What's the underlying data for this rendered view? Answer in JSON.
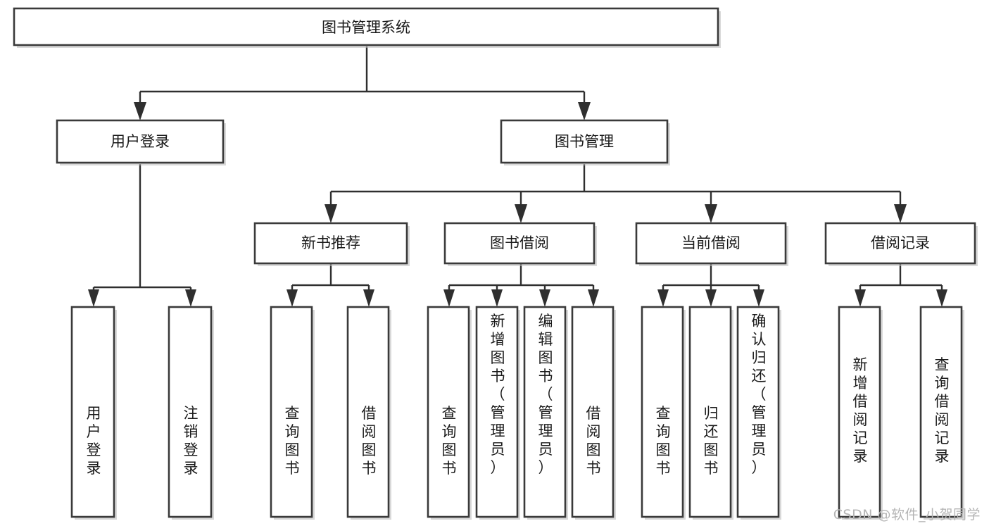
{
  "diagram": {
    "title": "图书管理系统",
    "type": "hierarchy-tree",
    "watermark": "CSDN @软件_小贺同学",
    "colors": {
      "background": "#ffffff",
      "box_fill": "#ffffff",
      "box_stroke": "#3a3a3a",
      "connector": "#2f2f2f",
      "text": "#1a1a1a",
      "watermark": "#b5b5b5"
    },
    "levels": [
      {
        "level": 1,
        "nodes": [
          {
            "id": "root",
            "label": "图书管理系统",
            "orientation": "horizontal"
          }
        ]
      },
      {
        "level": 2,
        "nodes": [
          {
            "id": "l2-login",
            "label": "用户登录",
            "orientation": "horizontal",
            "parent": "root"
          },
          {
            "id": "l2-bookmgmt",
            "label": "图书管理",
            "orientation": "horizontal",
            "parent": "root"
          }
        ]
      },
      {
        "level": 3,
        "nodes": [
          {
            "id": "l3-newbook",
            "label": "新书推荐",
            "orientation": "horizontal",
            "parent": "l2-bookmgmt"
          },
          {
            "id": "l3-borrow",
            "label": "图书借阅",
            "orientation": "horizontal",
            "parent": "l2-bookmgmt"
          },
          {
            "id": "l3-current",
            "label": "当前借阅",
            "orientation": "horizontal",
            "parent": "l2-bookmgmt"
          },
          {
            "id": "l3-records",
            "label": "借阅记录",
            "orientation": "horizontal",
            "parent": "l2-bookmgmt"
          }
        ]
      },
      {
        "level": 4,
        "nodes": [
          {
            "id": "l4-1",
            "label": "用户登录",
            "orientation": "vertical",
            "parent": "l2-login"
          },
          {
            "id": "l4-2",
            "label": "注销登录",
            "orientation": "vertical",
            "parent": "l2-login"
          },
          {
            "id": "l4-3",
            "label": "查询图书",
            "orientation": "vertical",
            "parent": "l3-newbook"
          },
          {
            "id": "l4-4",
            "label": "借阅图书",
            "orientation": "vertical",
            "parent": "l3-newbook"
          },
          {
            "id": "l4-5",
            "label": "查询图书",
            "orientation": "vertical",
            "parent": "l3-borrow"
          },
          {
            "id": "l4-6",
            "label": "新增图书（管理员）",
            "orientation": "vertical",
            "parent": "l3-borrow"
          },
          {
            "id": "l4-7",
            "label": "编辑图书（管理员）",
            "orientation": "vertical",
            "parent": "l3-borrow"
          },
          {
            "id": "l4-8",
            "label": "借阅图书",
            "orientation": "vertical",
            "parent": "l3-borrow"
          },
          {
            "id": "l4-9",
            "label": "查询图书",
            "orientation": "vertical",
            "parent": "l3-current"
          },
          {
            "id": "l4-10",
            "label": "归还图书",
            "orientation": "vertical",
            "parent": "l3-current"
          },
          {
            "id": "l4-11",
            "label": "确认归还（管理员）",
            "orientation": "vertical",
            "parent": "l3-current"
          },
          {
            "id": "l4-12",
            "label": "新增借阅记录",
            "orientation": "vertical",
            "parent": "l3-records"
          },
          {
            "id": "l4-13",
            "label": "查询借阅记录",
            "orientation": "vertical",
            "parent": "l3-records"
          }
        ]
      }
    ]
  }
}
